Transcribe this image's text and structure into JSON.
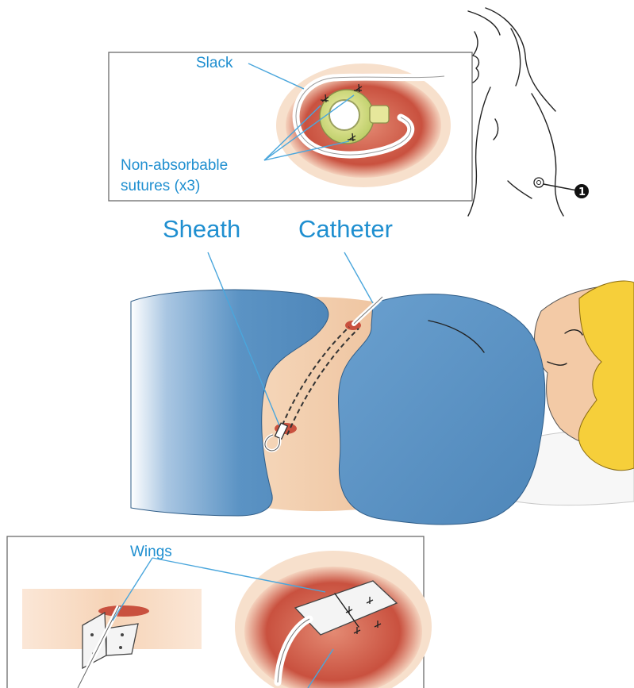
{
  "labels": {
    "slack": "Slack",
    "sutures_line1": "Non-absorbable",
    "sutures_line2": "sutures (x3)",
    "sheath": "Sheath",
    "catheter": "Catheter",
    "wings": "Wings",
    "marker_number": "1"
  },
  "colors": {
    "label_blue": "#1f8fd0",
    "drape_blue": "#5b93c4",
    "skin": "#f3caa6",
    "wound_red": "#c9513f",
    "hair_yellow": "#f6cf3a"
  }
}
